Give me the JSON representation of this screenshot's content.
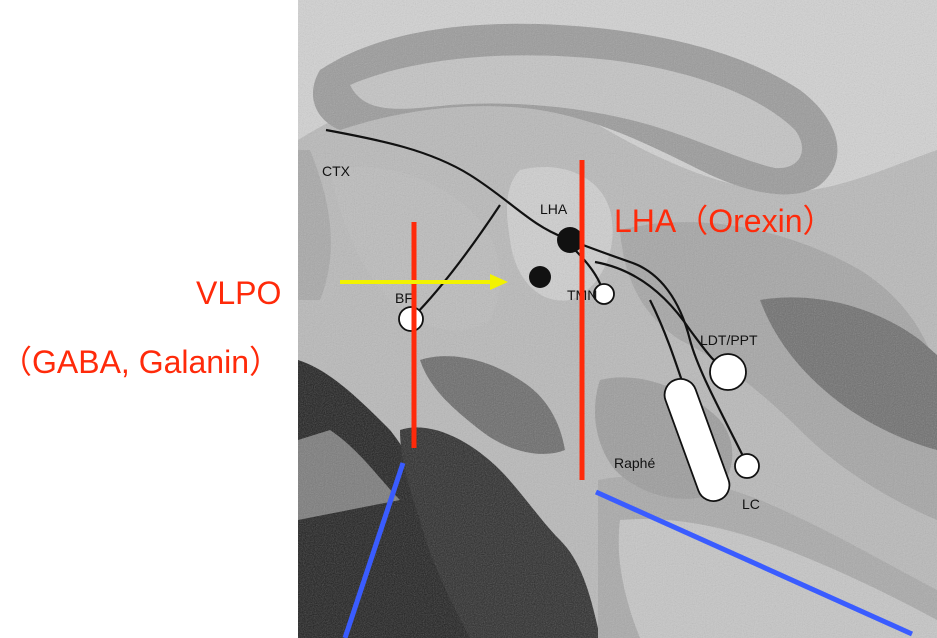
{
  "colors": {
    "annotation_red": "#ff2a0a",
    "arrow_yellow": "#f2f200",
    "guide_blue": "#3a5cff",
    "pathway_black": "#111111",
    "tissue_dark": "#1a1a1a",
    "tissue_mid": "#8a8a8a",
    "tissue_light": "#c8c8c8"
  },
  "figure_labels": {
    "ctx": "CTX",
    "lha": "LHA",
    "bf": "BF",
    "tmn": "TMN",
    "ldt_ppt": "LDT/PPT",
    "raphe": "Raphé",
    "lc": "LC"
  },
  "annotations": {
    "vlpo_title": "VLPO",
    "vlpo_subtitle": "（GABA, Galanin）",
    "lha_orexin": "LHA（Orexin）"
  }
}
